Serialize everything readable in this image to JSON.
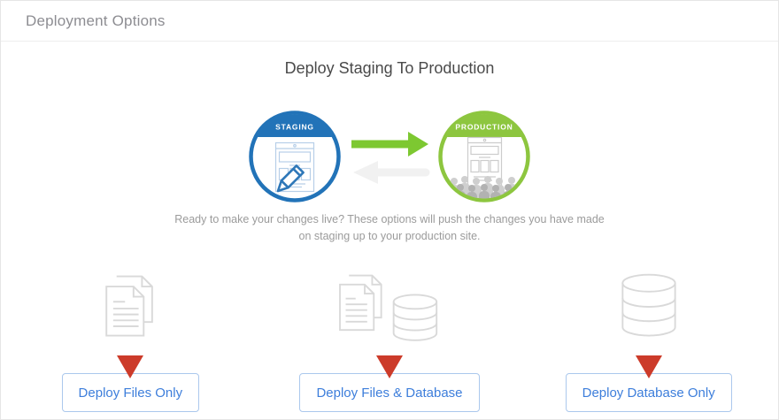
{
  "header": {
    "title": "Deployment Options"
  },
  "main": {
    "title": "Deploy Staging To Production",
    "description": "Ready to make your changes live? These options will push the changes you have made on staging up to your production site."
  },
  "graphic": {
    "staging_label": "STAGING",
    "production_label": "PRODUCTION"
  },
  "options": [
    {
      "icon": "files-icon",
      "button_label": "Deploy Files Only"
    },
    {
      "icon": "files-database-icon",
      "button_label": "Deploy Files & Database"
    },
    {
      "icon": "database-icon",
      "button_label": "Deploy Database Only"
    }
  ],
  "colors": {
    "staging_blue": "#2273b8",
    "production_green": "#8dc63f",
    "arrow_green": "#7dc831",
    "arrow_gray": "#f1f1f1",
    "button_text_blue": "#3d7edb",
    "button_border_blue": "#abc8ed",
    "marker_red": "#cc3b2a",
    "icon_gray": "#d9d9d9"
  }
}
